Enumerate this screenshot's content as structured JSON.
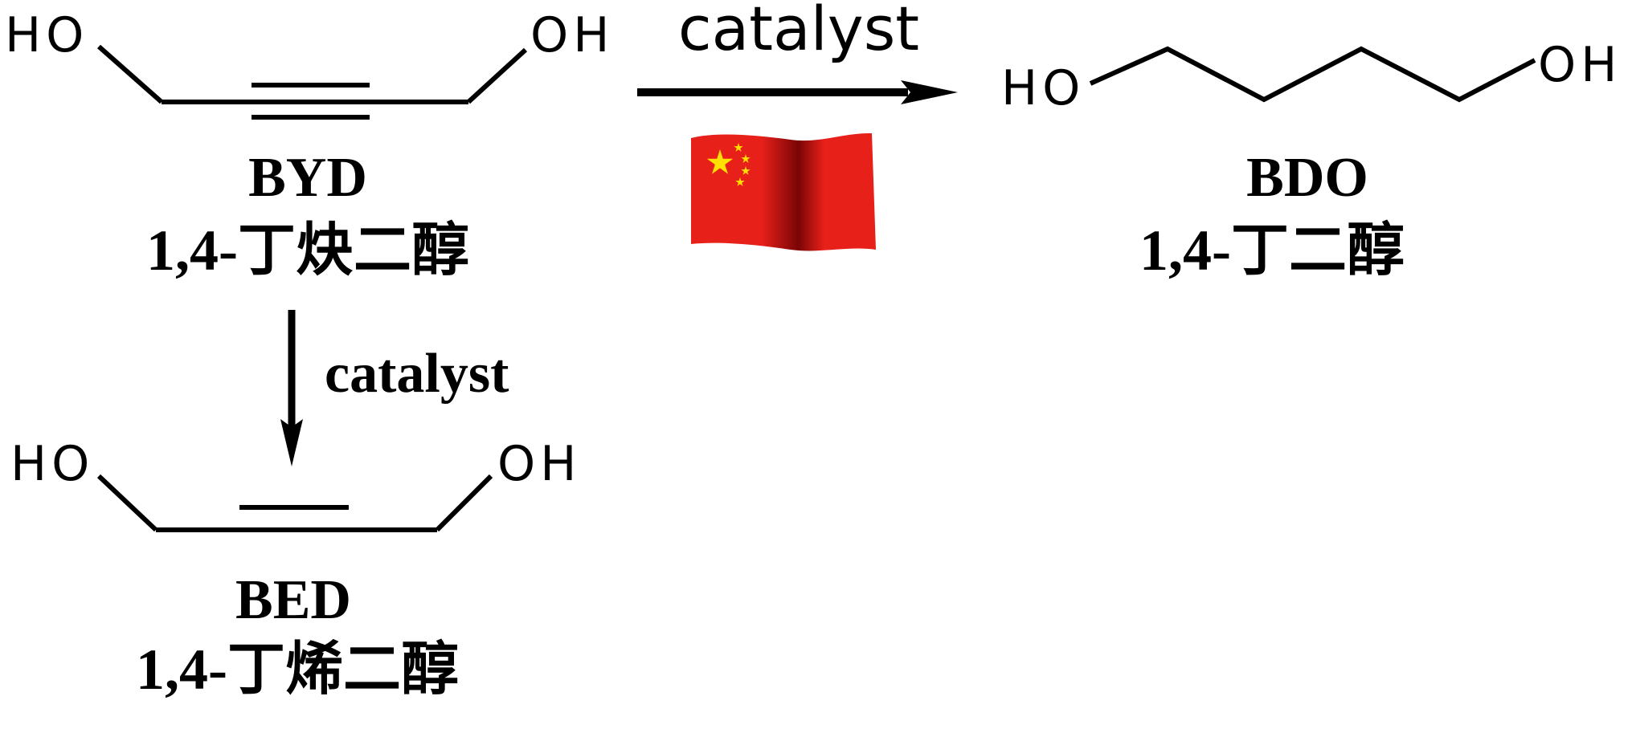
{
  "diagram": {
    "reactant": {
      "left_group": "HO",
      "right_group": "OH",
      "abbr": "BYD",
      "name": "1,4-丁炔二醇"
    },
    "main_product": {
      "left_group": "HO",
      "right_group": "OH",
      "abbr": "BDO",
      "name": "1,4-丁二醇"
    },
    "side_product": {
      "left_group": "HO",
      "right_group": "OH",
      "abbr": "BED",
      "name": "1,4-丁烯二醇"
    },
    "arrow_main": {
      "label": "catalyst"
    },
    "arrow_side": {
      "label": "catalyst"
    },
    "flag": {
      "icon": "china-flag-icon",
      "colors": {
        "field": "#e8201a",
        "shade": "#7a0505",
        "star": "#ffe000"
      }
    }
  }
}
